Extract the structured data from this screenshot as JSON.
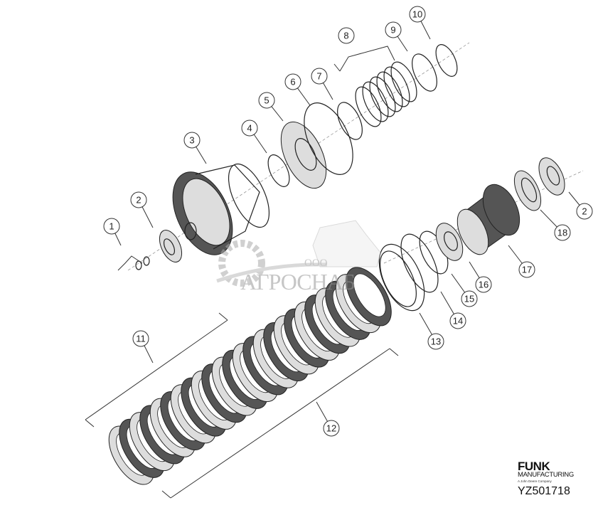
{
  "diagram": {
    "callouts": [
      "1",
      "2",
      "3",
      "4",
      "5",
      "6",
      "7",
      "8",
      "9",
      "10",
      "2",
      "18",
      "17",
      "16",
      "15",
      "14",
      "13",
      "11",
      "12"
    ]
  },
  "logo": {
    "brand": "FUNK",
    "subtitle": "MANUFACTURING",
    "tagline": "A John Deere Company"
  },
  "drawing_code": "YZ501718",
  "watermark": {
    "prefix": "ООО",
    "name": "АГРОСНАБ"
  }
}
